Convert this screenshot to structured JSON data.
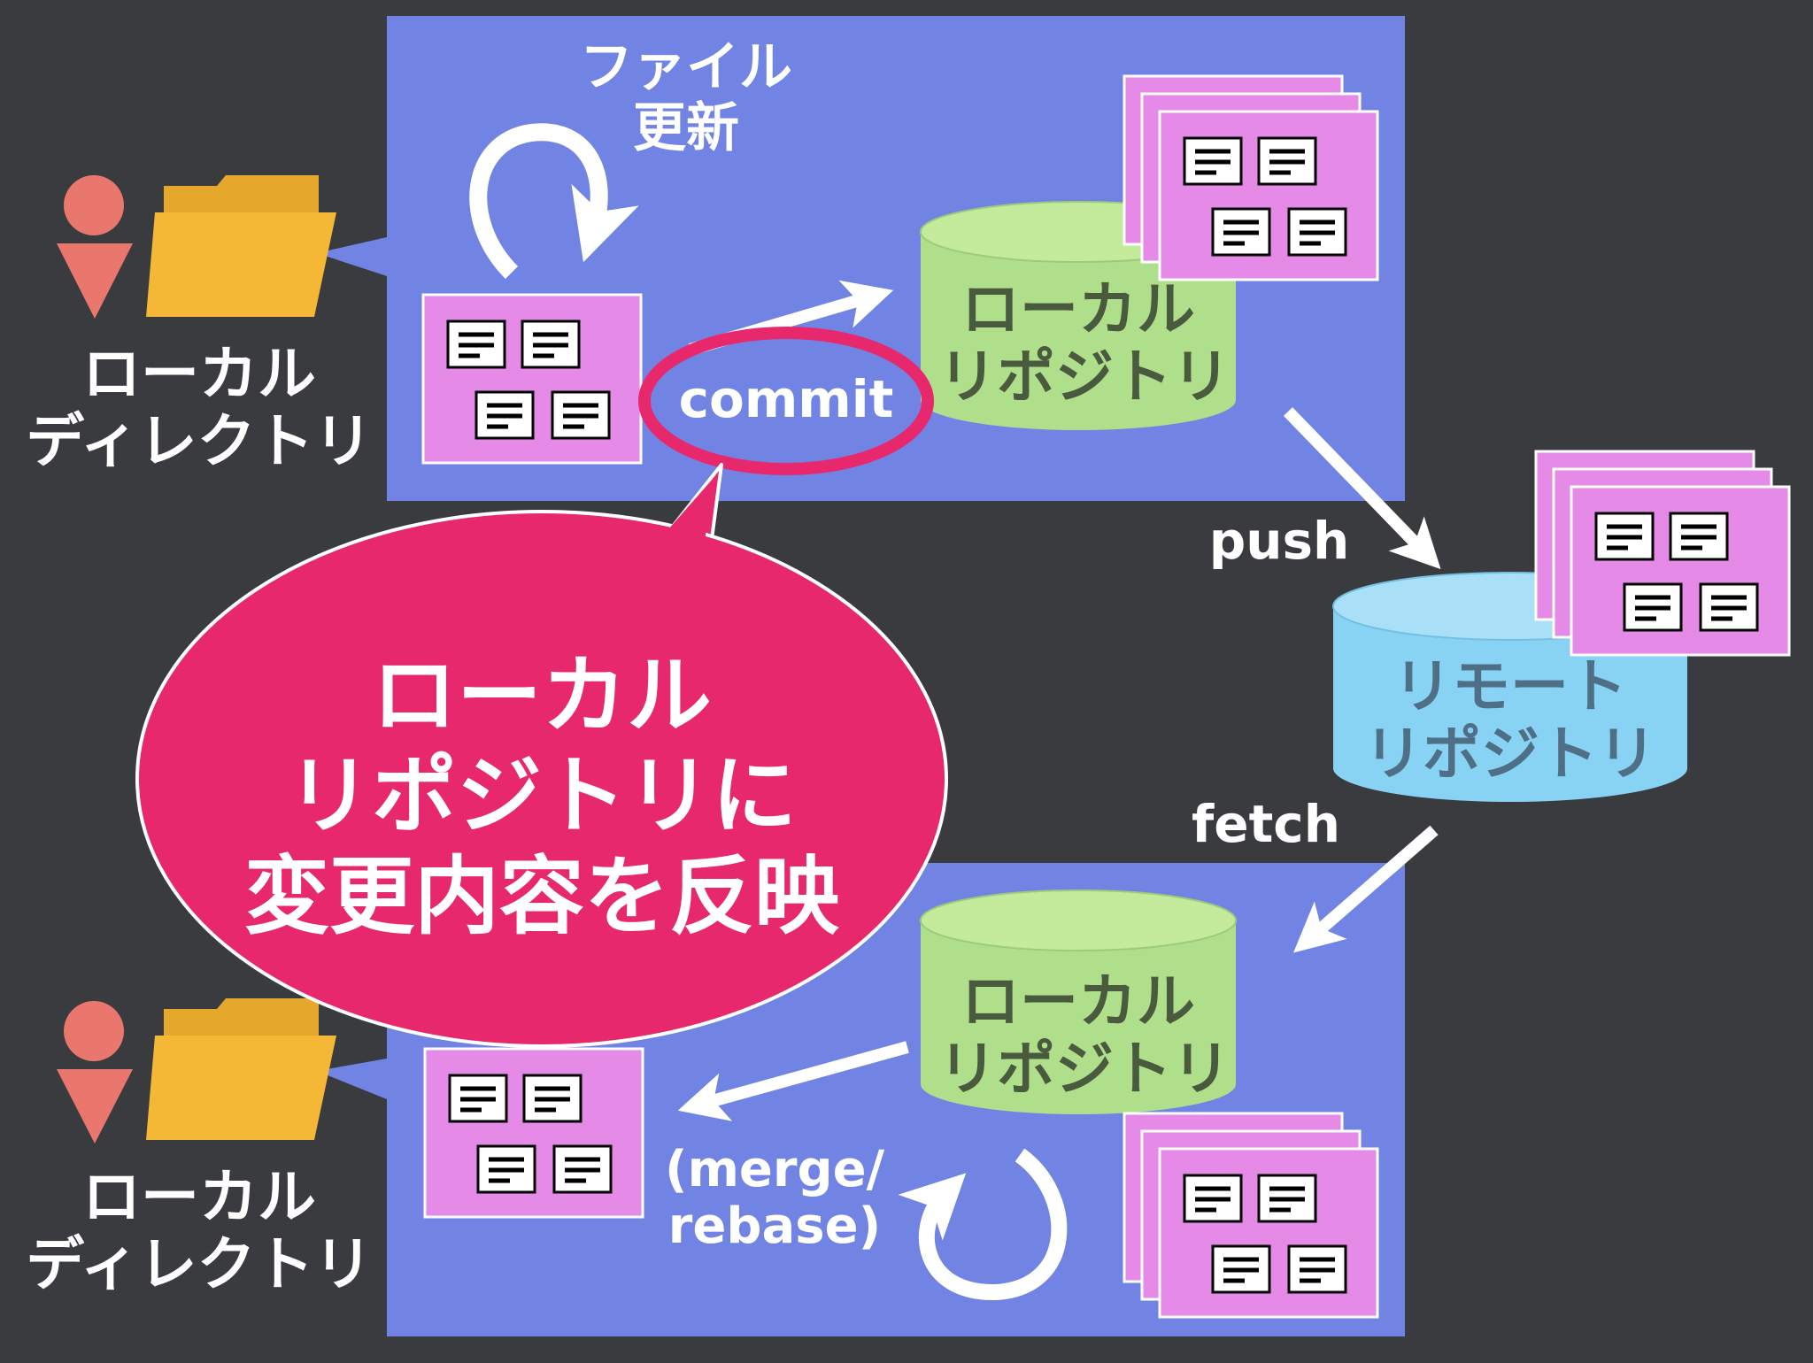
{
  "top_panel": {
    "file_update_label": "ファイル\n更新",
    "commit_label": "commit",
    "local_repo_label": "ローカル\nリポジトリ"
  },
  "left_top": {
    "dir_label": "ローカル\nディレクトリ"
  },
  "left_bottom": {
    "dir_label": "ローカル\nディレクトリ"
  },
  "remote": {
    "push_label": "push",
    "fetch_label": "fetch",
    "remote_repo_label": "リモート\nリポジトリ"
  },
  "bottom_panel": {
    "local_repo_label": "ローカル\nリポジトリ",
    "merge_label": "(merge/\nrebase)"
  },
  "callout": {
    "text": "ローカル\nリポジトリに\n変更内容を反映"
  },
  "colors": {
    "background": "#3a3b3f",
    "panel": "#7184e4",
    "file_card": "#e68ae8",
    "local_cylinder": "#b0df8c",
    "remote_cylinder": "#88d2f4",
    "folder": "#f5b836",
    "person": "#e9776e",
    "callout": "#e8286c"
  }
}
